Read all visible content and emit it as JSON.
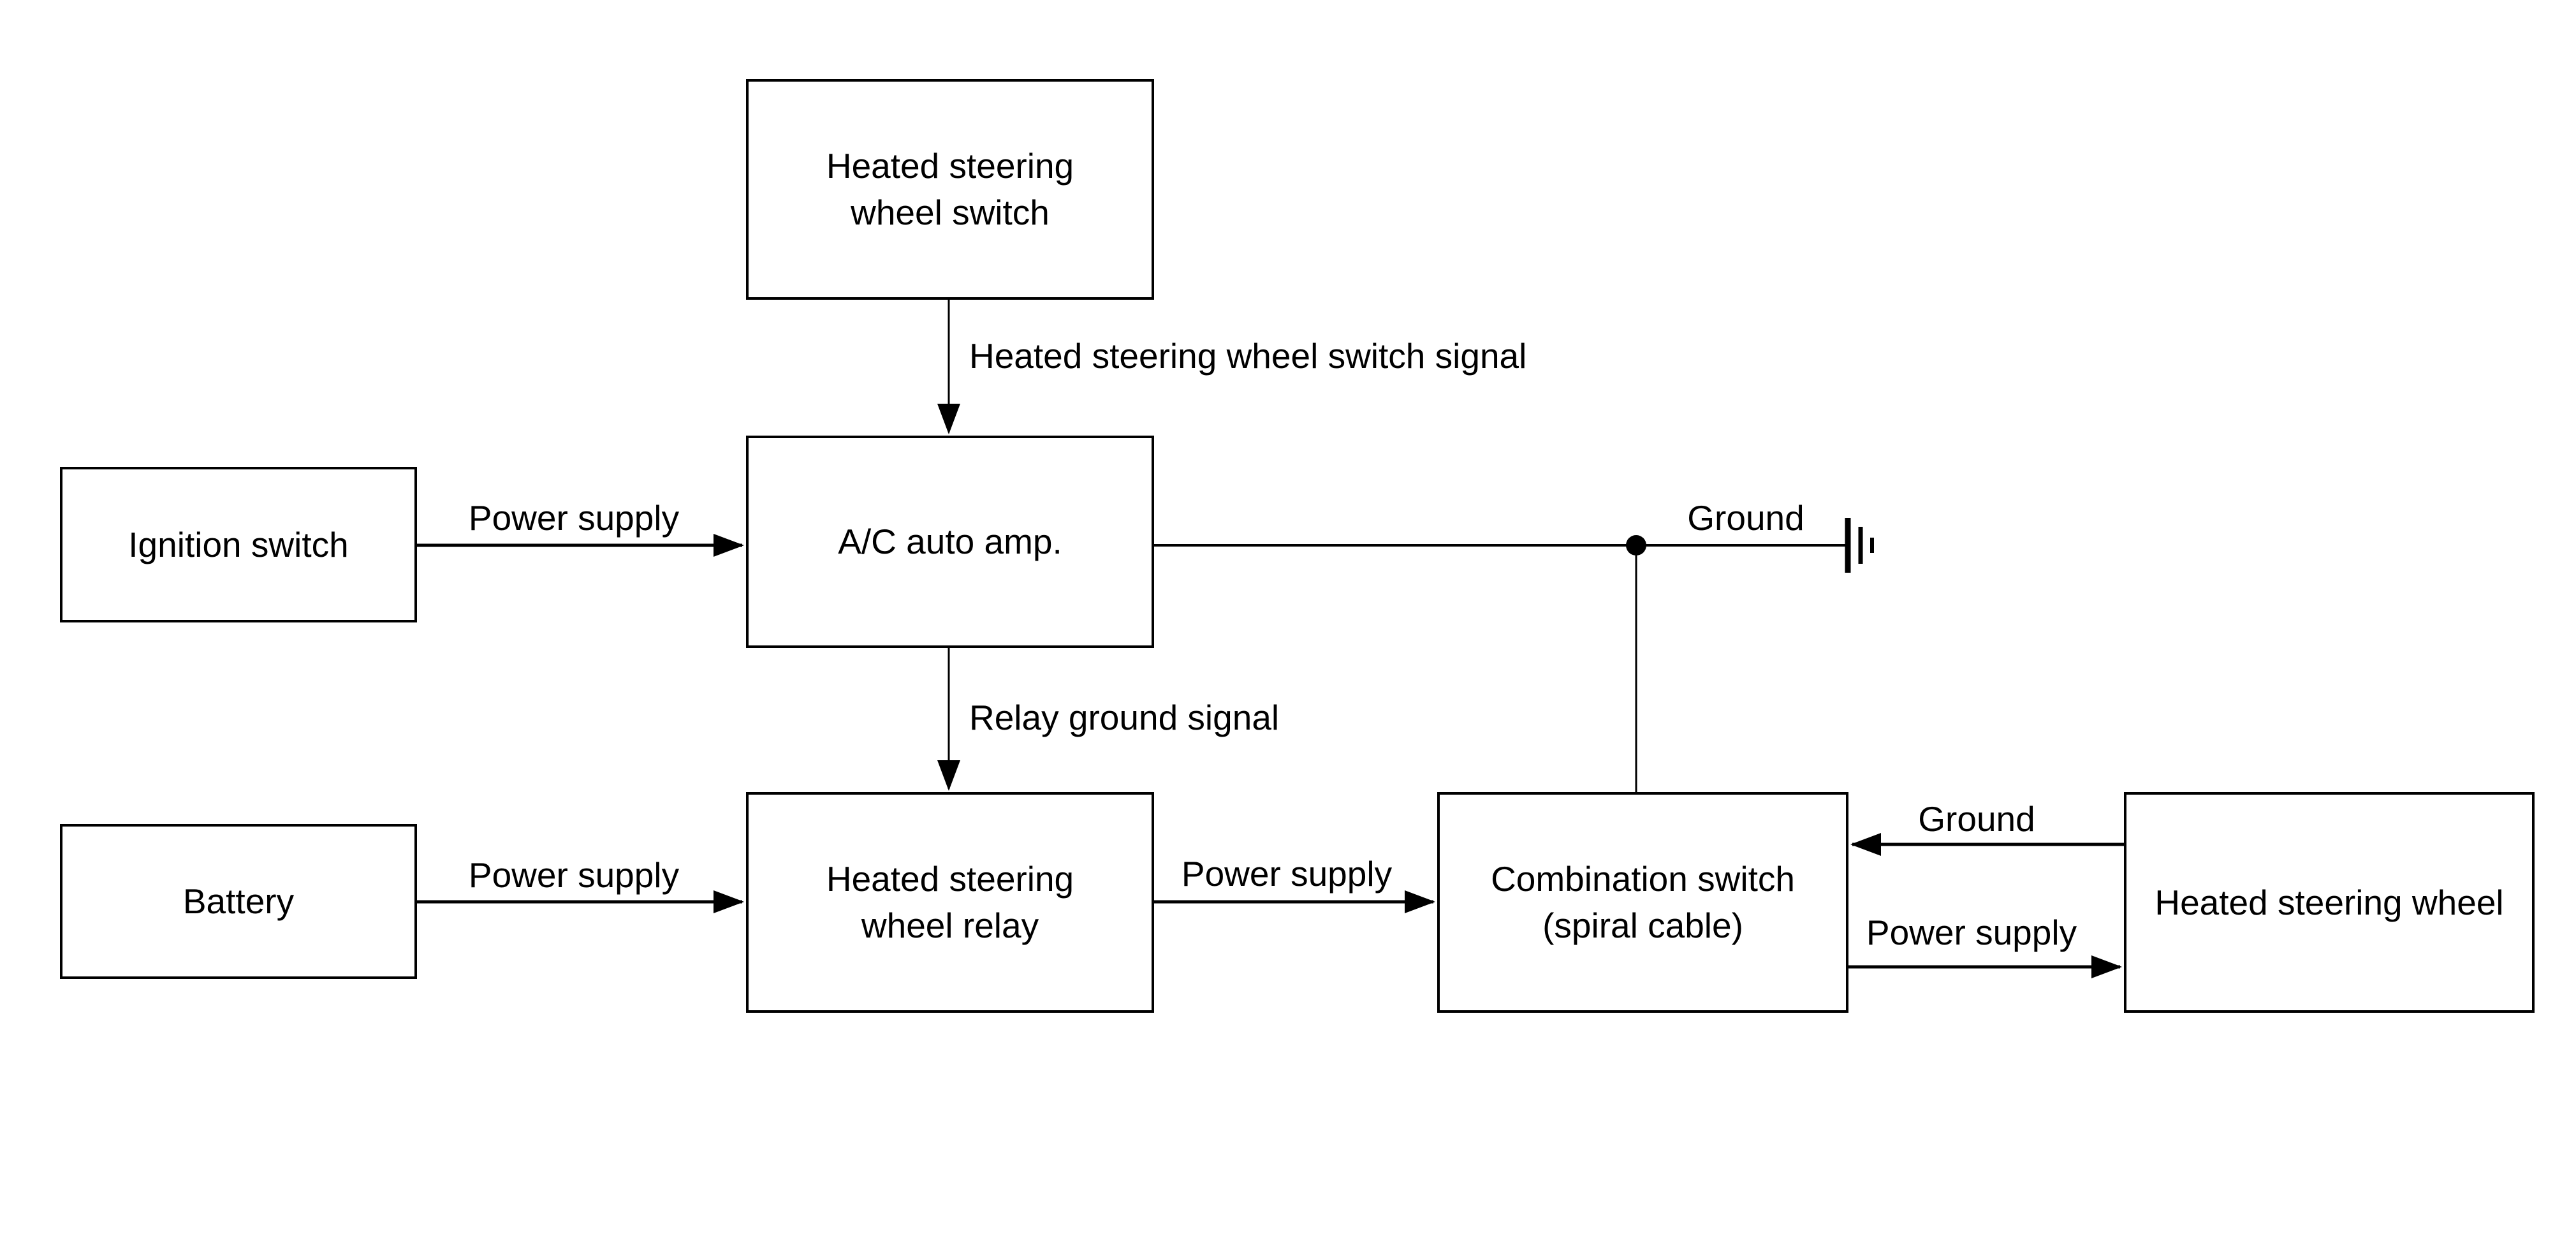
{
  "canvas": {
    "background_color": "#ffffff",
    "line_color": "#000000",
    "text_color": "#000000"
  },
  "nodes": {
    "heated_steering_wheel_switch": {
      "label": "Heated steering wheel switch"
    },
    "ignition_switch": {
      "label": "Ignition switch"
    },
    "ac_auto_amp": {
      "label": "A/C auto amp."
    },
    "battery": {
      "label": "Battery"
    },
    "heated_steering_wheel_relay": {
      "label": "Heated steering wheel relay"
    },
    "combination_switch": {
      "label": "Combination switch (spiral cable)"
    },
    "heated_steering_wheel": {
      "label": "Heated steering wheel"
    }
  },
  "edge_labels": {
    "switch_signal": "Heated steering wheel switch signal",
    "ignition_power": "Power supply",
    "ground_top": "Ground",
    "relay_ground_signal": "Relay ground signal",
    "battery_power": "Power supply",
    "relay_power": "Power supply",
    "wheel_ground": "Ground",
    "wheel_power": "Power supply"
  },
  "icons": {
    "ground_icon": "earth-ground-symbol",
    "junction_icon": "wire-junction-dot"
  }
}
